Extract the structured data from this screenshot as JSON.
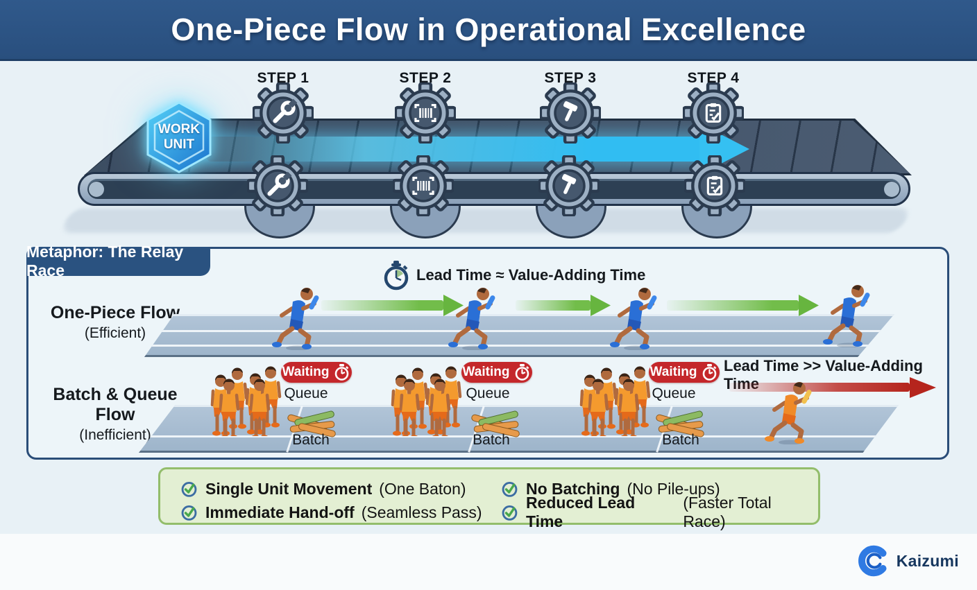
{
  "header": {
    "title": "One-Piece Flow in Operational Excellence"
  },
  "conveyor": {
    "work_unit_label": "WORK UNIT",
    "steps": [
      {
        "label": "STEP 1",
        "icon": "wrench-icon"
      },
      {
        "label": "STEP 2",
        "icon": "barcode-icon"
      },
      {
        "label": "STEP 3",
        "icon": "hammer-icon"
      },
      {
        "label": "STEP 4",
        "icon": "clipboard-icon"
      }
    ]
  },
  "relay_panel": {
    "title": "Metaphor: The Relay Race",
    "efficient": {
      "caption": "Lead Time ≈ Value-Adding Time",
      "label": "One-Piece Flow",
      "sublabel": "(Efficient)",
      "runner_count": 4
    },
    "inefficient": {
      "label": "Batch & Queue Flow",
      "sublabel": "(Inefficient)",
      "caption": "Lead Time >> Value-Adding Time",
      "waiting_label": "Waiting",
      "queue_label": "Queue",
      "batch_label": "Batch",
      "station_count": 3
    }
  },
  "benefits": {
    "items": [
      {
        "bold": "Single Unit Movement",
        "normal": "(One Baton)"
      },
      {
        "bold": "Immediate Hand-off",
        "normal": "(Seamless Pass)"
      },
      {
        "bold": "No Batching",
        "normal": "(No Pile-ups)"
      },
      {
        "bold": "Reduced Lead Time",
        "normal": "(Faster Total Race)"
      }
    ]
  },
  "footer": {
    "brand": "Kaizumi"
  },
  "colors": {
    "header_bg": "#2d5585",
    "page_bg": "#e8f1f6",
    "accent_flow_blue": "#31bdf2",
    "efficient_green": "#6ab844",
    "inefficient_red": "#c4272b",
    "summary_bg": "#e3efd3",
    "summary_border": "#93bd6b",
    "panel_border": "#2a4d78",
    "brand_blue": "#2f7ae3"
  }
}
